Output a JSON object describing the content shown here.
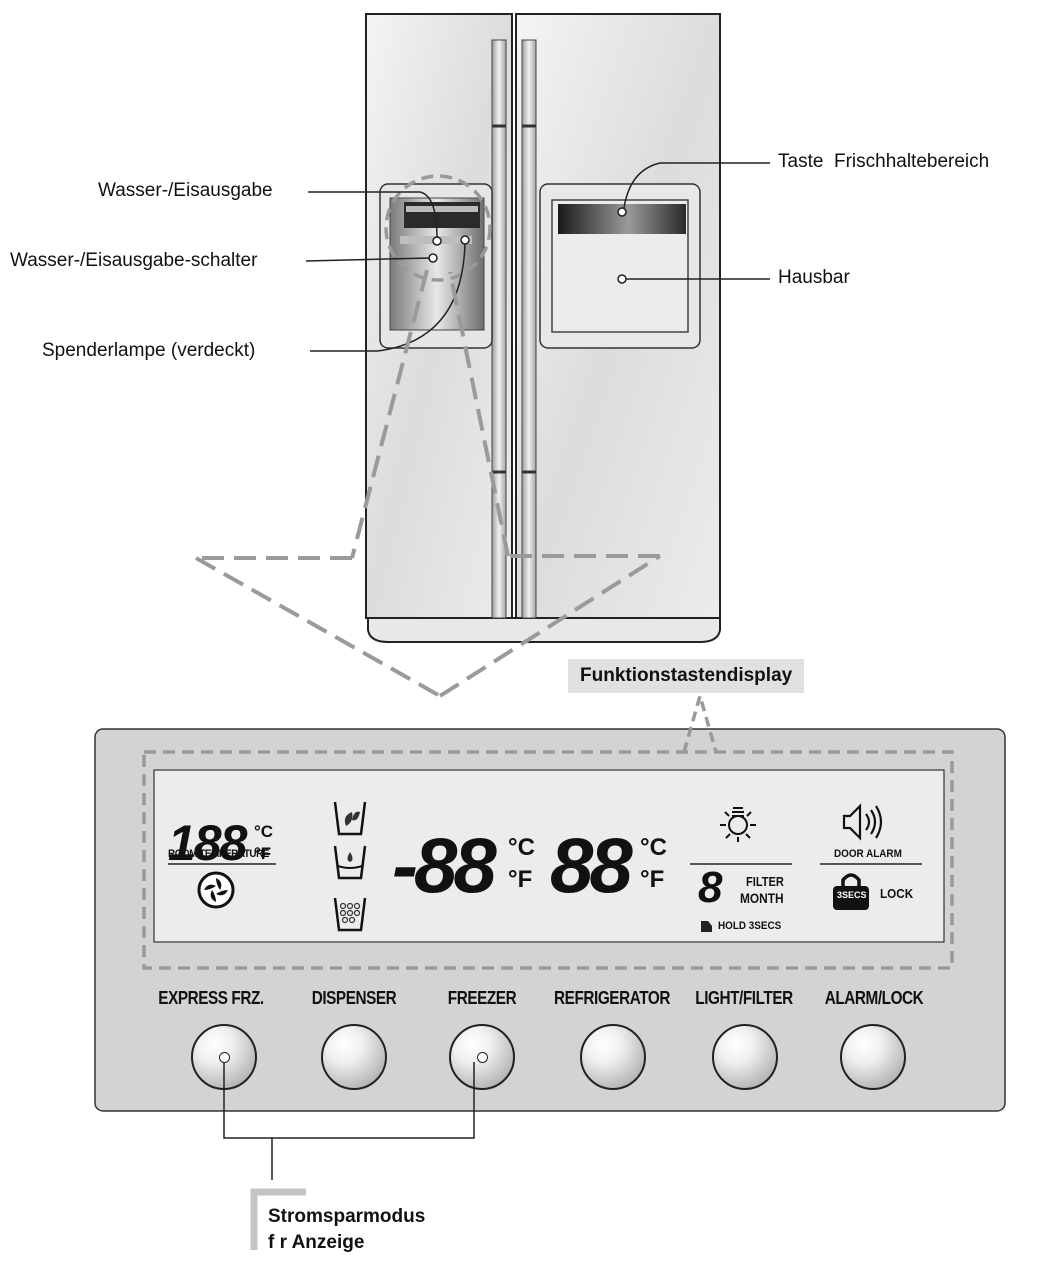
{
  "callouts": {
    "water_ice_dispenser": "Wasser-/Eisausgabe",
    "dispenser_switch": "Wasser-/Eisausgabe-schalter",
    "dispenser_lamp": "Spenderlampe (verdeckt)",
    "fresh_zone_button": "Taste  Frischhaltebereich",
    "home_bar": "Hausbar"
  },
  "function_display_tag": "Funktionstastendisplay",
  "power_save": {
    "line1": "Stromsparmodus",
    "line2": "f r Anzeige"
  },
  "display": {
    "room_temp_digits": "188",
    "room_temp_unit_c": "°C",
    "room_temp_unit_f": "°F",
    "room_temp_label": "ROOM TEMPERATURE",
    "freezer_digits": "-88",
    "freezer_unit_c": "°C",
    "freezer_unit_f": "°F",
    "fridge_digits": "88",
    "fridge_unit_c": "°C",
    "fridge_unit_f": "°F",
    "filter_digit": "8",
    "filter_label": "FILTER",
    "month_label": "MONTH",
    "hold_label": "HOLD 3SECS",
    "door_alarm_label": "DOOR ALARM",
    "lock_badge": "3SECS",
    "lock_label": "LOCK"
  },
  "buttons": [
    {
      "label": "EXPRESS FRZ."
    },
    {
      "label": "DISPENSER"
    },
    {
      "label": "FREEZER"
    },
    {
      "label": "REFRIGERATOR"
    },
    {
      "label": "LIGHT/FILTER"
    },
    {
      "label": "ALARM/LOCK"
    }
  ],
  "icons": [
    "snowflake-fan-icon",
    "crushed-ice-cup-icon",
    "water-cup-icon",
    "ice-cube-cup-icon",
    "light-bulb-icon",
    "speaker-icon",
    "padlock-icon"
  ],
  "colors": {
    "panel": "#d3d3d3",
    "lcd": "#ececec",
    "dashed": "#9a9a9a",
    "tag": "#e1e1e1"
  }
}
